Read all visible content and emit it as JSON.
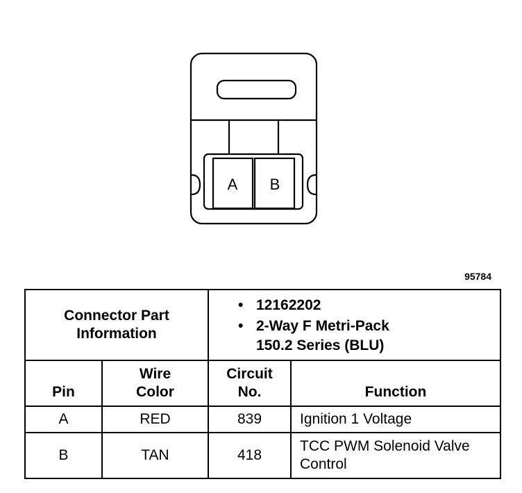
{
  "figure_id": "95784",
  "connector": {
    "pins": [
      {
        "label": "A"
      },
      {
        "label": "B"
      }
    ]
  },
  "table": {
    "part_info_label": "Connector Part Information",
    "part_info_items": [
      "12162202",
      "2-Way F Metri-Pack 150.2 Series (BLU)"
    ],
    "columns": {
      "pin": "Pin",
      "wire_color": "Wire Color",
      "circuit_no": "Circuit No.",
      "function": "Function"
    },
    "rows": [
      {
        "pin": "A",
        "wire_color": "RED",
        "circuit": "839",
        "function": "Ignition 1 Voltage"
      },
      {
        "pin": "B",
        "wire_color": "TAN",
        "circuit": "418",
        "function": "TCC PWM Solenoid Valve Control"
      }
    ]
  }
}
